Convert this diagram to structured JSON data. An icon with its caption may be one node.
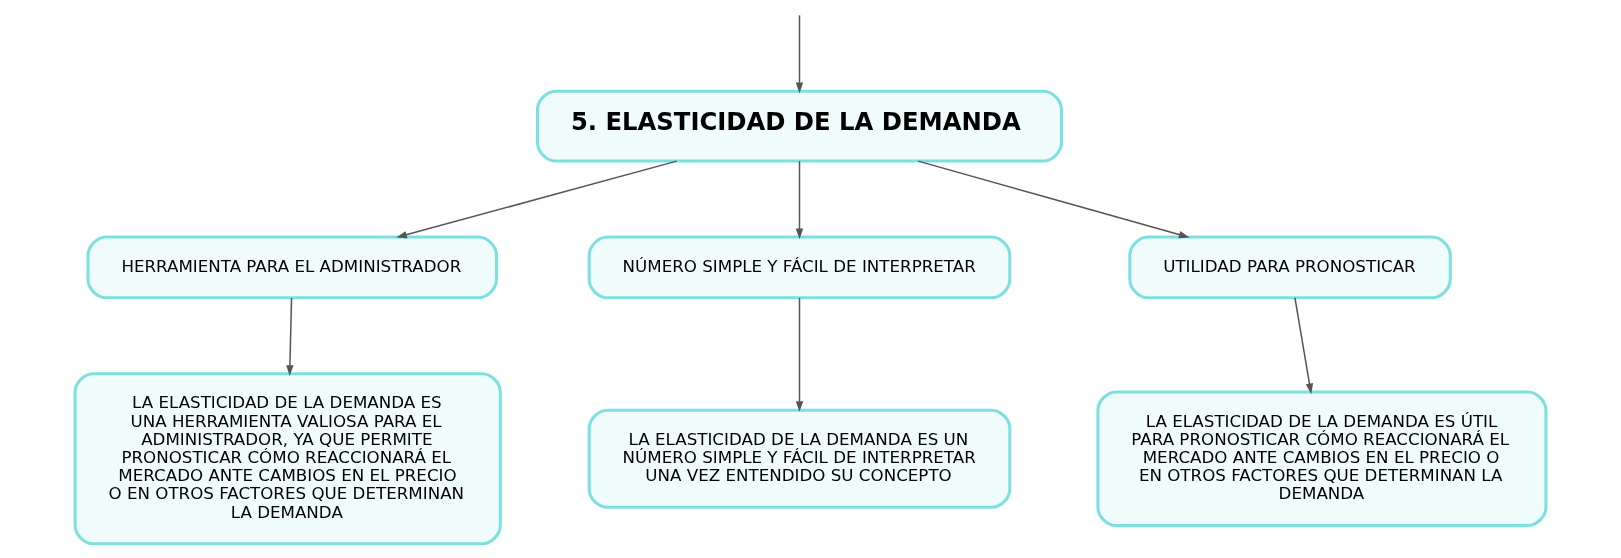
{
  "diagram": {
    "nodes": [
      {
        "text": [
          "5. ELASTICIDAD DE LA DEMANDA"
        ]
      },
      {
        "text": [
          "HERRAMIENTA PARA EL ADMINISTRADOR"
        ]
      },
      {
        "text": [
          "NÚMERO SIMPLE Y FÁCIL DE INTERPRETAR"
        ]
      },
      {
        "text": [
          "UTILIDAD PARA PRONOSTICAR"
        ]
      },
      {
        "text": [
          "LA ELASTICIDAD DE LA DEMANDA ES UNA HERRAMIENTA VALIOSA PARA EL ADMINISTRADOR, YA QUE PERMITE PRONOSTICAR CÓMO REACCIONARÁ EL MERCADO ANTE CAMBIOS EN EL PRECIO O EN OTROS FACTORES QUE DETERMINAN LA DEMANDA"
        ]
      },
      {
        "text": [
          "LA ELASTICIDAD DE LA DEMANDA ES UN NÚMERO SIMPLE Y FÁCIL DE INTERPRETAR UNA VEZ ENTENDIDO SU CONCEPTO"
        ]
      },
      {
        "text": [
          "LA ELASTICIDAD DE LA DEMANDA ES ÚTIL PARA PRONOSTICAR CÓMO REACCIONARÁ EL MERCADO ANTE CAMBIOS EN EL PRECIO O EN OTROS FACTORES QUE DETERMINAN LA DEMANDA"
        ]
      }
    ],
    "edges": [
      {
        "from": null,
        "to": 0,
        "arrow": "to"
      },
      {
        "from": 0,
        "to": 1,
        "arrow": "to"
      },
      {
        "from": 0,
        "to": 2,
        "arrow": "to"
      },
      {
        "from": 0,
        "to": 3,
        "arrow": "to"
      },
      {
        "from": 1,
        "to": 4,
        "arrow": "to"
      },
      {
        "from": 2,
        "to": 5,
        "arrow": "to"
      },
      {
        "from": 3,
        "to": 6,
        "arrow": "to"
      }
    ]
  }
}
